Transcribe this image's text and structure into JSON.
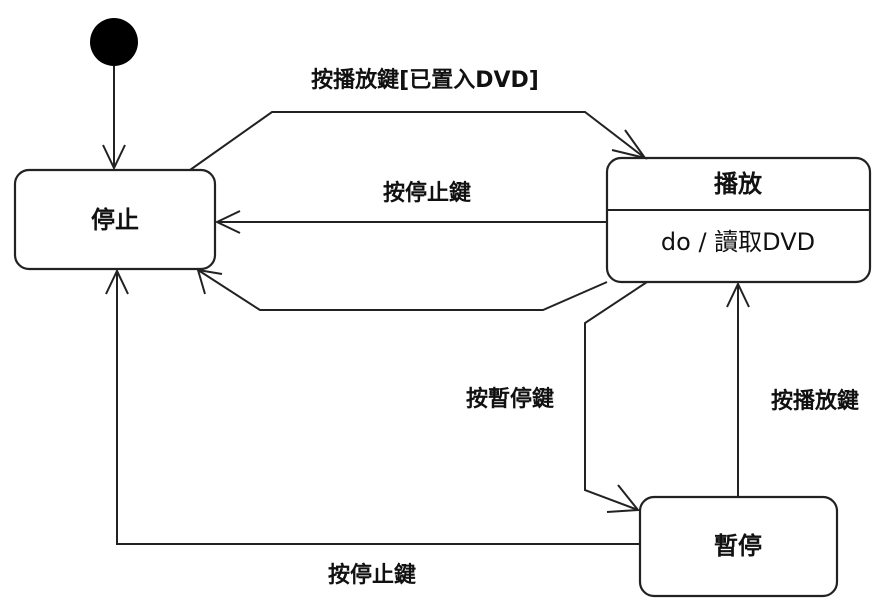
{
  "states": {
    "stop": {
      "name": "停止"
    },
    "play": {
      "name": "播放",
      "activity": "do / 讀取DVD"
    },
    "pause": {
      "name": "暫停"
    }
  },
  "transitions": {
    "stop_to_play": "按播放鍵[已置入DVD]",
    "play_to_stop": "按停止鍵",
    "play_to_pause": "按暫停鍵",
    "pause_to_play": "按播放鍵",
    "pause_to_stop": "按停止鍵"
  },
  "colors": {
    "line": "#222222",
    "background": "#ffffff",
    "initial_node": "#000000"
  }
}
